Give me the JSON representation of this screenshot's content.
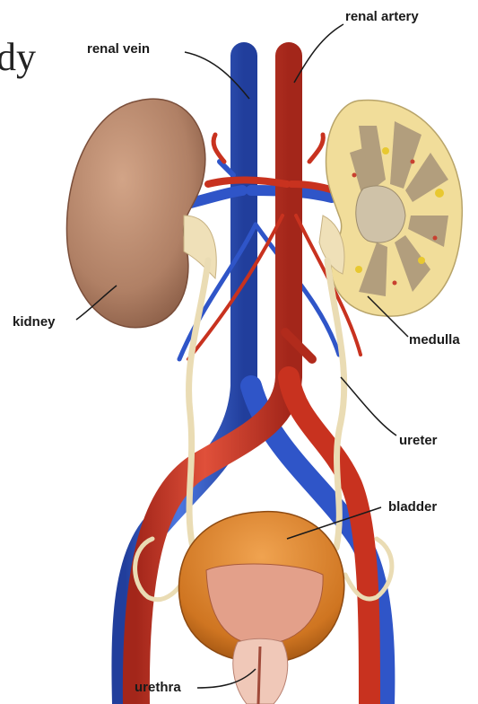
{
  "heading_fragment": "dy",
  "labels": {
    "renal_artery": "renal artery",
    "renal_vein": "renal vein",
    "kidney": "kidney",
    "medulla": "medulla",
    "ureter": "ureter",
    "bladder": "bladder",
    "urethra": "urethra"
  },
  "colors": {
    "artery": "#c8321f",
    "vein": "#2f55c8",
    "kidney": "#b58466",
    "cortex": "#f1dd9a",
    "ureter": "#eadcb4",
    "bladder": "#d27a25"
  }
}
